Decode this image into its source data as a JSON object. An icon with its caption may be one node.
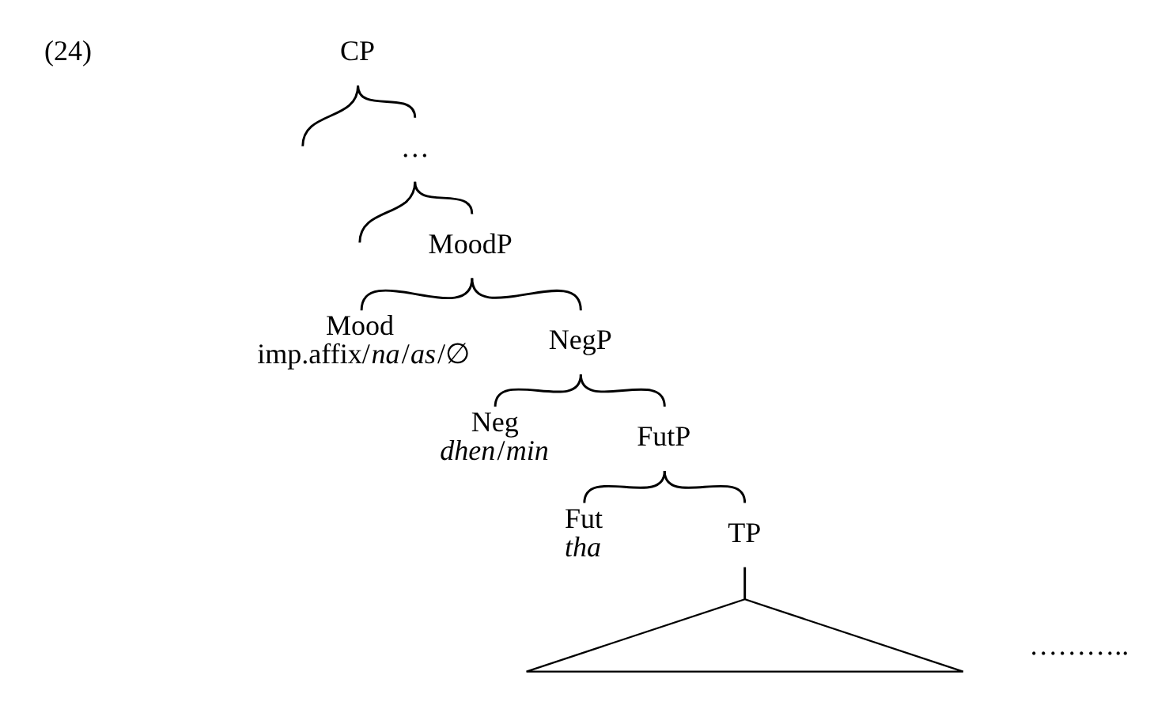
{
  "diagram": {
    "nodes": [
      {
        "text": [
          "CP"
        ]
      },
      {
        "text": [
          "…"
        ]
      },
      {
        "text": [
          "MoodP"
        ]
      },
      {
        "text": [
          "Mood",
          "imp.affix/*na*/*as*/∅"
        ]
      },
      {
        "text": [
          "NegP"
        ]
      },
      {
        "text": [
          "Neg",
          "*dhen*/*min*"
        ]
      },
      {
        "text": [
          "FutP"
        ]
      },
      {
        "text": [
          "Fut",
          "*tha*"
        ]
      },
      {
        "text": [
          "TP"
        ]
      },
      {
        "text": [],
        "shape": "triangle",
        "beside": [
          "……….."
        ]
      }
    ],
    "edges": [
      {
        "from": 0,
        "to": null,
        "arrow": "none"
      },
      {
        "from": 0,
        "to": 1,
        "arrow": "none"
      },
      {
        "from": 1,
        "to": null,
        "arrow": "none"
      },
      {
        "from": 1,
        "to": 2,
        "arrow": "none"
      },
      {
        "from": 2,
        "to": 3,
        "arrow": "none"
      },
      {
        "from": 2,
        "to": 4,
        "arrow": "none"
      },
      {
        "from": 4,
        "to": 5,
        "arrow": "none"
      },
      {
        "from": 4,
        "to": 6,
        "arrow": "none"
      },
      {
        "from": 6,
        "to": 7,
        "arrow": "none"
      },
      {
        "from": 6,
        "to": 8,
        "arrow": "none"
      },
      {
        "from": 8,
        "to": 9,
        "arrow": "none"
      }
    ],
    "labels": [
      "(24)"
    ]
  }
}
